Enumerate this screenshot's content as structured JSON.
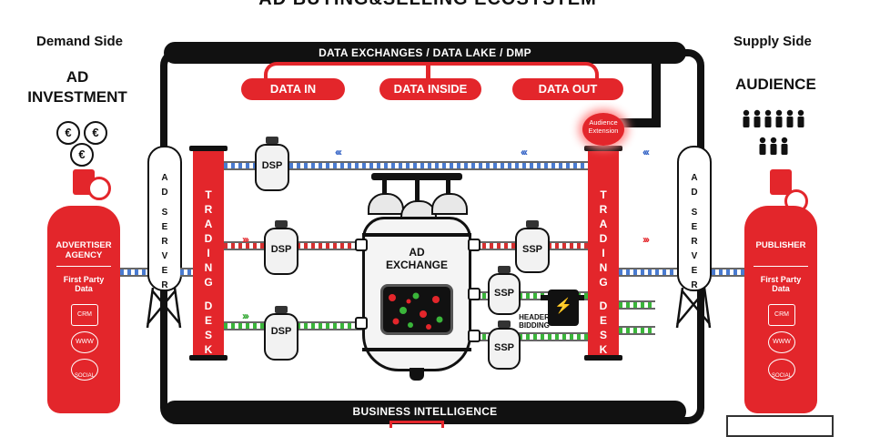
{
  "title": "AD BUYING&SELLING ECOSYSTEM",
  "demand": {
    "side_label": "Demand Side",
    "heading_line1": "AD",
    "heading_line2": "INVESTMENT"
  },
  "supply": {
    "side_label": "Supply Side",
    "heading": "AUDIENCE"
  },
  "top_pipe": {
    "label": "DATA EXCHANGES / DATA LAKE / DMP"
  },
  "data_pills": [
    "DATA IN",
    "DATA INSIDE",
    "DATA OUT"
  ],
  "bottom_pipe": {
    "label": "BUSINESS INTELLIGENCE"
  },
  "audience_extension": {
    "line1": "Audience",
    "line2": "Extension"
  },
  "ad_server_letters": [
    "A",
    "D",
    "",
    "S",
    "E",
    "R",
    "V",
    "E",
    "R"
  ],
  "trading_desk_letters": [
    "T",
    "R",
    "A",
    "D",
    "I",
    "N",
    "G",
    "",
    "D",
    "E",
    "S",
    "K"
  ],
  "dsp_labels": [
    "DSP",
    "DSP",
    "DSP"
  ],
  "ssp_labels": [
    "SSP",
    "SSP",
    "SSP"
  ],
  "ad_exchange": {
    "line1": "AD",
    "line2": "EXCHANGE"
  },
  "header_bidding": {
    "line1": "HEADER",
    "line2": "BIDDING"
  },
  "advertiser": {
    "name_line1": "ADVERTISER",
    "name_line2": "AGENCY",
    "data_line1": "First Party",
    "data_line2": "Data",
    "icons": [
      "CRM",
      "WWW",
      "SOCIAL"
    ]
  },
  "publisher": {
    "name": "PUBLISHER",
    "data_line1": "First Party",
    "data_line2": "Data",
    "icons": [
      "CRM",
      "WWW",
      "SOCIAL"
    ]
  },
  "currency_symbol": "€",
  "colors": {
    "brand_red": "#e3262b",
    "pipe_black": "#111111",
    "flow_blue": "#2e5fc4",
    "flow_green": "#2ca52c"
  }
}
